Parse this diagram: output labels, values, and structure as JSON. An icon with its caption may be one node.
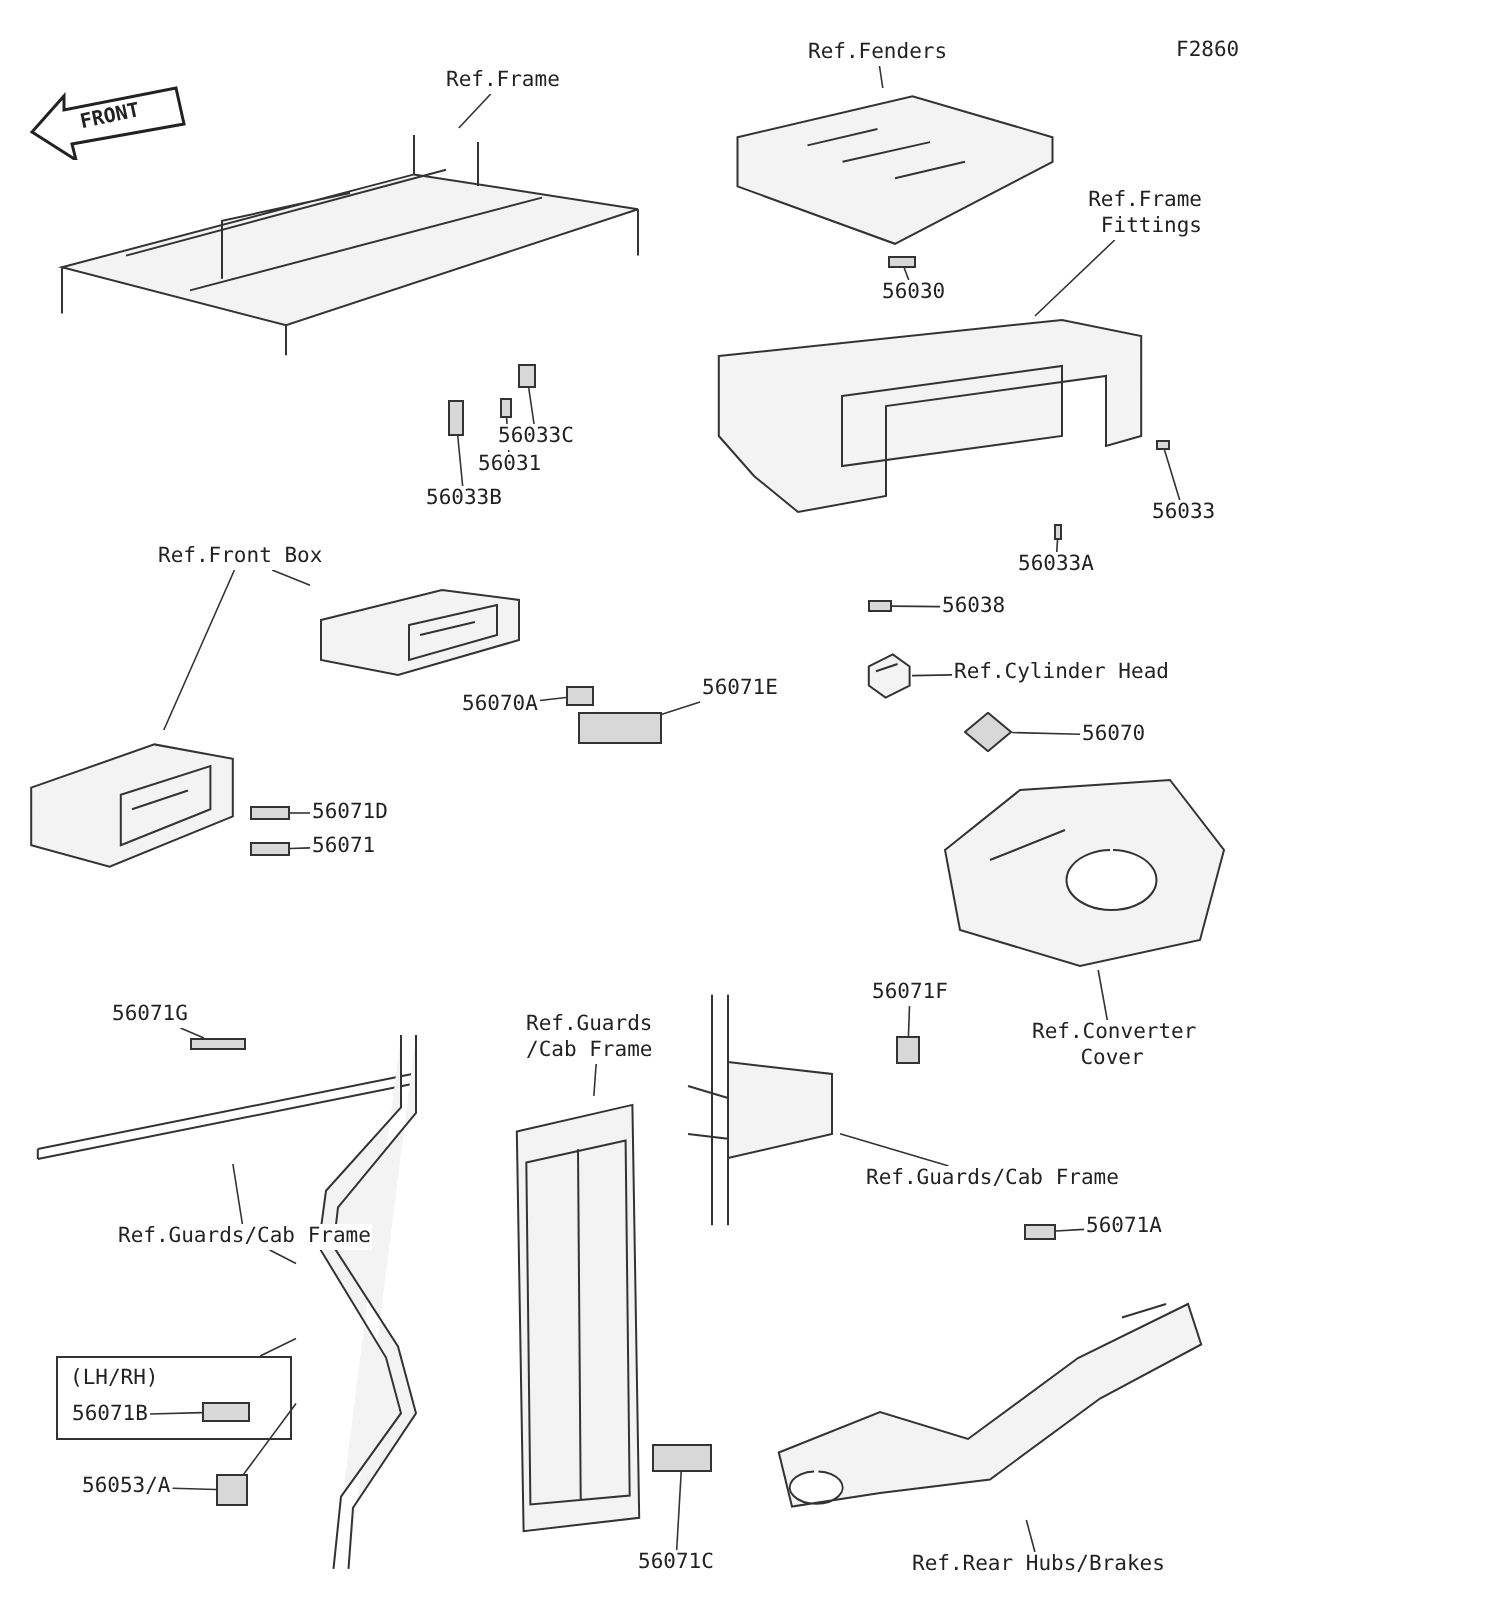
{
  "diagram": {
    "nodes": [
      {
        "text": [
          "Ref.Frame"
        ]
      },
      {
        "text": [],
        "shape": "picture"
      },
      {
        "text": [],
        "shape": "box"
      },
      {
        "text": [
          "56033C"
        ]
      },
      {
        "text": [],
        "shape": "box"
      },
      {
        "text": [
          "56031"
        ]
      },
      {
        "text": [],
        "shape": "box"
      },
      {
        "text": [
          "56033B"
        ]
      },
      {
        "text": [
          "Ref.Fenders"
        ]
      },
      {
        "text": [],
        "shape": "picture"
      },
      {
        "text": [],
        "shape": "box"
      },
      {
        "text": [
          "56030"
        ]
      },
      {
        "text": [
          "Ref.Frame Fittings"
        ]
      },
      {
        "text": [],
        "shape": "picture"
      },
      {
        "text": [],
        "shape": "box"
      },
      {
        "text": [
          "56033"
        ]
      },
      {
        "text": [],
        "shape": "box"
      },
      {
        "text": [
          "56033A"
        ]
      },
      {
        "text": [],
        "shape": "box"
      },
      {
        "text": [
          "56038"
        ]
      },
      {
        "text": [],
        "shape": "picture"
      },
      {
        "text": [
          "Ref.Cylinder Head"
        ]
      },
      {
        "text": [],
        "shape": "diamond"
      },
      {
        "text": [
          "56070"
        ]
      },
      {
        "text": [],
        "shape": "picture"
      },
      {
        "text": [
          "Ref.Converter Cover"
        ]
      },
      {
        "text": [
          "Ref.Front Box"
        ]
      },
      {
        "text": [],
        "shape": "picture"
      },
      {
        "text": [],
        "shape": "picture"
      },
      {
        "text": [],
        "shape": "box"
      },
      {
        "text": [
          "56070A"
        ]
      },
      {
        "text": [],
        "shape": "box"
      },
      {
        "text": [
          "56071E"
        ]
      },
      {
        "text": [],
        "shape": "box"
      },
      {
        "text": [
          "56071D"
        ]
      },
      {
        "text": [],
        "shape": "box"
      },
      {
        "text": [
          "56071"
        ]
      },
      {
        "text": [],
        "shape": "box"
      },
      {
        "text": [
          "56071G"
        ]
      },
      {
        "text": [],
        "shape": "picture"
      },
      {
        "text": [],
        "shape": "picture"
      },
      {
        "text": [
          "Ref.Guards/Cab Frame"
        ]
      },
      {
        "text": [
          "(LH/RH)"
        ]
      },
      {
        "text": [
          "56071B"
        ],
        "in": 42
      },
      {
        "text": [],
        "shape": "box",
        "in": 42
      },
      {
        "text": [],
        "shape": "box"
      },
      {
        "text": [
          "56053/A"
        ]
      },
      {
        "text": [
          "Ref.Guards /Cab Frame"
        ]
      },
      {
        "text": [],
        "shape": "picture"
      },
      {
        "text": [],
        "shape": "box"
      },
      {
        "text": [
          "56071C"
        ]
      },
      {
        "text": [],
        "shape": "picture"
      },
      {
        "text": [],
        "shape": "box"
      },
      {
        "text": [
          "56071F"
        ]
      },
      {
        "text": [
          "Ref.Guards/Cab Frame"
        ]
      },
      {
        "text": [],
        "shape": "box"
      },
      {
        "text": [
          "56071A"
        ]
      },
      {
        "text": [],
        "shape": "picture"
      },
      {
        "text": [
          "Ref.Rear Hubs/Brakes"
        ]
      }
    ],
    "edges": [
      {
        "from": 0,
        "to": 1,
        "arrow": "none"
      },
      {
        "from": 3,
        "to": 2,
        "arrow": "none"
      },
      {
        "from": 5,
        "to": 4,
        "arrow": "none"
      },
      {
        "from": 7,
        "to": 6,
        "arrow": "none"
      },
      {
        "from": 8,
        "to": 9,
        "arrow": "none"
      },
      {
        "from": 11,
        "to": 10,
        "arrow": "none"
      },
      {
        "from": 12,
        "to": 13,
        "arrow": "none"
      },
      {
        "from": 15,
        "to": 14,
        "arrow": "none"
      },
      {
        "from": 17,
        "to": 16,
        "arrow": "none"
      },
      {
        "from": 19,
        "to": 18,
        "arrow": "none"
      },
      {
        "from": 21,
        "to": 20,
        "arrow": "none"
      },
      {
        "from": 23,
        "to": 22,
        "arrow": "none"
      },
      {
        "from": 25,
        "to": 24,
        "arrow": "none"
      },
      {
        "from": 26,
        "to": 27,
        "arrow": "none"
      },
      {
        "from": 26,
        "to": 28,
        "arrow": "none"
      },
      {
        "from": 30,
        "to": 29,
        "arrow": "none"
      },
      {
        "from": 32,
        "to": 31,
        "arrow": "none"
      },
      {
        "from": 34,
        "to": 33,
        "arrow": "none"
      },
      {
        "from": 36,
        "to": 35,
        "arrow": "none"
      },
      {
        "from": 38,
        "to": 37,
        "arrow": "none"
      },
      {
        "from": 41,
        "to": 39,
        "arrow": "none"
      },
      {
        "from": 41,
        "to": 40,
        "arrow": "none"
      },
      {
        "from": 43,
        "to": 44,
        "arrow": "none"
      },
      {
        "from": 42,
        "to": 40,
        "arrow": "none"
      },
      {
        "from": 46,
        "to": 45,
        "arrow": "none"
      },
      {
        "from": 45,
        "to": 40,
        "arrow": "none"
      },
      {
        "from": 47,
        "to": 48,
        "arrow": "none"
      },
      {
        "from": 50,
        "to": 49,
        "arrow": "none"
      },
      {
        "from": 53,
        "to": 52,
        "arrow": "none"
      },
      {
        "from": 54,
        "to": 51,
        "arrow": "none"
      },
      {
        "from": 56,
        "to": 55,
        "arrow": "none"
      },
      {
        "from": 58,
        "to": 57,
        "arrow": "none"
      }
    ],
    "labels": [
      "F2860",
      "FRONT"
    ]
  }
}
